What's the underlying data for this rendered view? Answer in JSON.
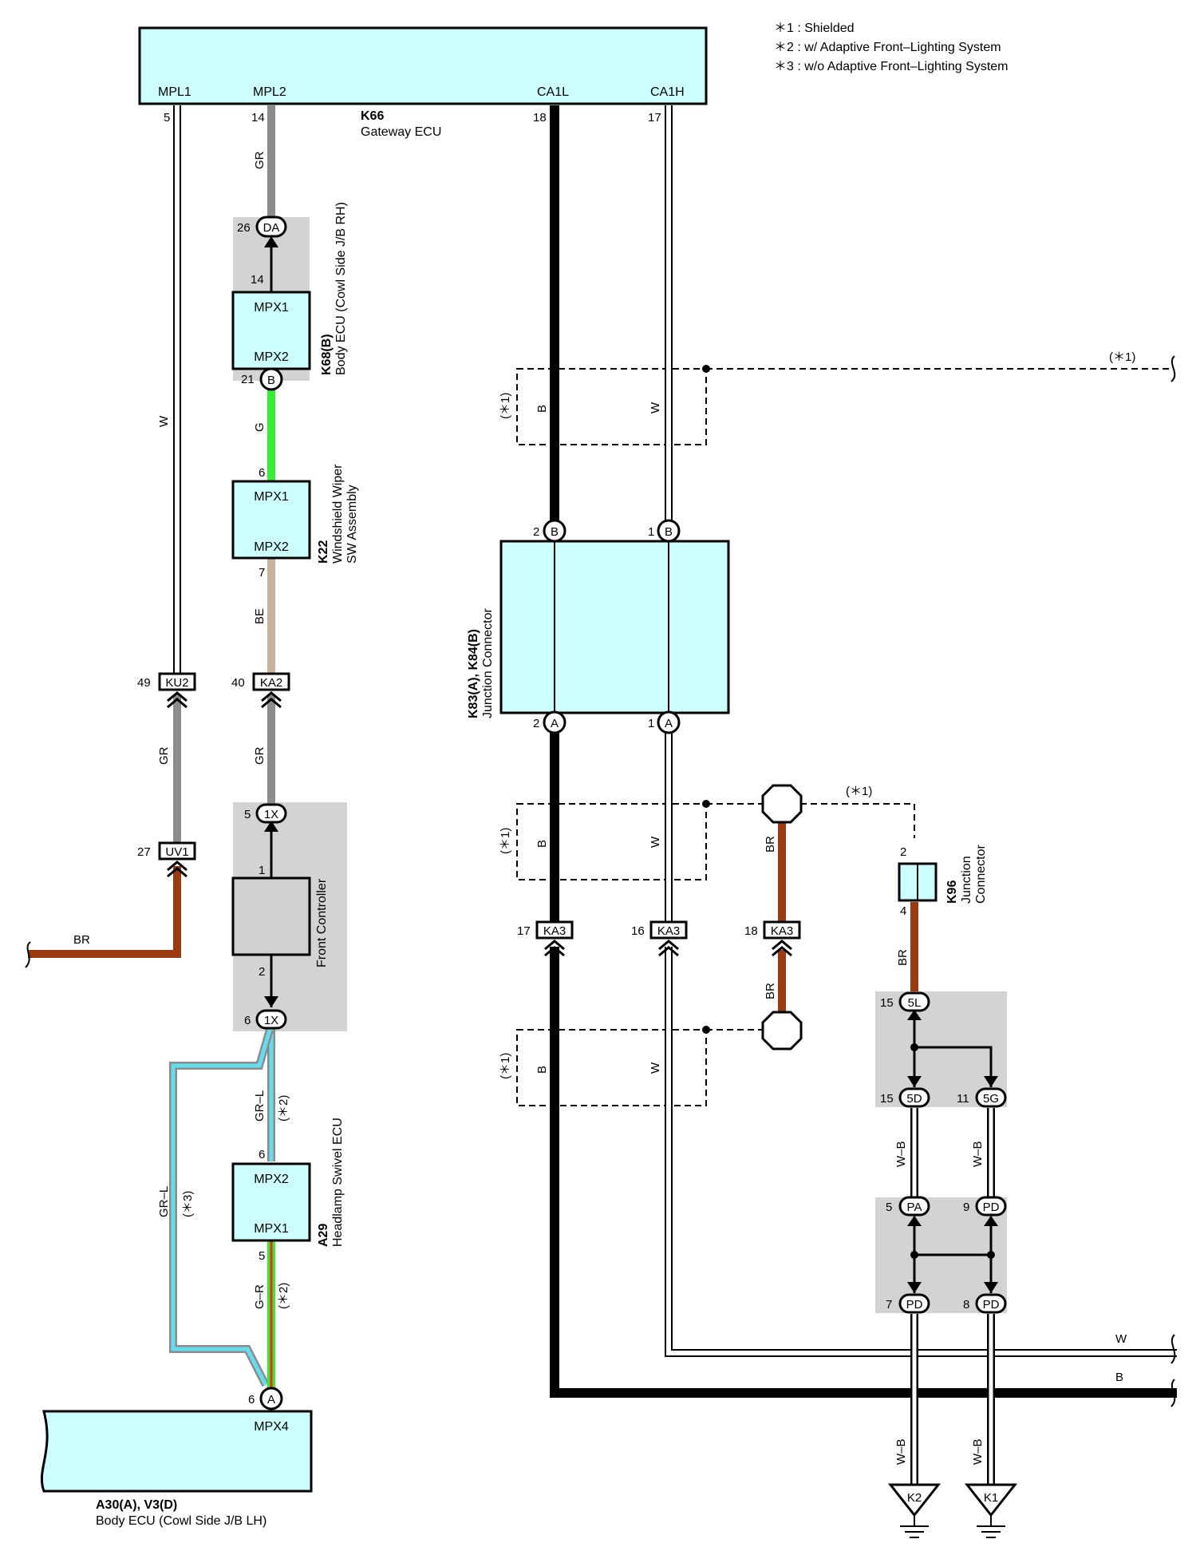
{
  "notes": {
    "n1": "＊1 : Shielded",
    "n2": "＊2 : w/ Adaptive Front–Lighting System",
    "n3": "＊3 : w/o Adaptive Front–Lighting System"
  },
  "colors": {
    "ecu_fill": "#ccffff",
    "shade": "#d3d3d3",
    "front_controller_fill": "#d0d0d0",
    "wire_gr": "#8c8c8c",
    "wire_g": "#33ee33",
    "wire_be": "#c8b29a",
    "wire_br": "#9a3a10",
    "wire_b": "#000000",
    "wire_cyan": "#66ddee"
  },
  "gateway": {
    "id": "K66",
    "name": "Gateway ECU",
    "mpl1": "MPL1",
    "mpl2": "MPL2",
    "ca1l": "CA1L",
    "ca1h": "CA1H",
    "pin_mpl1": "5",
    "pin_mpl2": "14",
    "pin_ca1l": "18",
    "pin_ca1h": "17"
  },
  "body_ecu_rh": {
    "id": "K68(B)",
    "name": "Body ECU (Cowl Side J/B RH)",
    "mpx1": "MPX1",
    "mpx2": "MPX2",
    "pin_top": "14",
    "pin_bottom": "21",
    "conn_top": "DA",
    "conn_top_pin": "26",
    "conn_bottom": "B"
  },
  "wiper": {
    "id": "K22",
    "name1": "Windshield Wiper",
    "name2": "SW Assembly",
    "mpx1": "MPX1",
    "mpx2": "MPX2",
    "pin_top": "6",
    "pin_bottom": "7"
  },
  "front_controller": {
    "name": "Front Controller",
    "pin_top": "1",
    "pin_bottom": "2",
    "conn_top": "1X",
    "conn_top_pin": "5",
    "conn_bottom": "1X",
    "conn_bottom_pin": "6"
  },
  "headlamp": {
    "id": "A29",
    "name": "Headlamp Swivel ECU",
    "mpx1": "MPX1",
    "mpx2": "MPX2",
    "pin_top": "6",
    "pin_bottom": "5"
  },
  "body_ecu_lh": {
    "id": "A30(A), V3(D)",
    "name": "Body ECU (Cowl Side J/B LH)",
    "mpx4": "MPX4",
    "conn": "A",
    "conn_pin": "6"
  },
  "junction_main": {
    "id": "K83(A), K84(B)",
    "name": "Junction Connector",
    "conn_top": "B",
    "conn_bottom": "A",
    "pin_left": "2",
    "pin_right": "1"
  },
  "junction_k96": {
    "id": "K96",
    "name1": "Junction",
    "name2": "Connector",
    "pin_top": "2",
    "pin_bottom": "4"
  },
  "connectors": {
    "ku2": "KU2",
    "ku2_pin": "49",
    "uv1": "UV1",
    "uv1_pin": "27",
    "ka2": "KA2",
    "ka2_pin": "40",
    "ka3": "KA3",
    "ka3_pin_a": "17",
    "ka3_pin_b": "16",
    "ka3_pin_c": "18",
    "c5l": "5L",
    "c5l_pin": "15",
    "c5d": "5D",
    "c5d_pin": "15",
    "c5g": "5G",
    "c5g_pin": "11",
    "cpa": "PA",
    "cpa_pin": "5",
    "cpd1": "PD",
    "cpd1_pin": "9",
    "cpd2": "PD",
    "cpd2_pin": "7",
    "cpd3": "PD",
    "cpd3_pin": "8"
  },
  "wires": {
    "w": "W",
    "gr": "GR",
    "g": "G",
    "be": "BE",
    "br": "BR",
    "b": "B",
    "grl": "GR–L",
    "gr2": "G–R",
    "wb": "W–B"
  },
  "marks": {
    "s1": "(＊1)",
    "s2": "(＊2)",
    "s3": "(＊3)"
  },
  "grounds": {
    "k2": "K2",
    "k1": "K1"
  }
}
